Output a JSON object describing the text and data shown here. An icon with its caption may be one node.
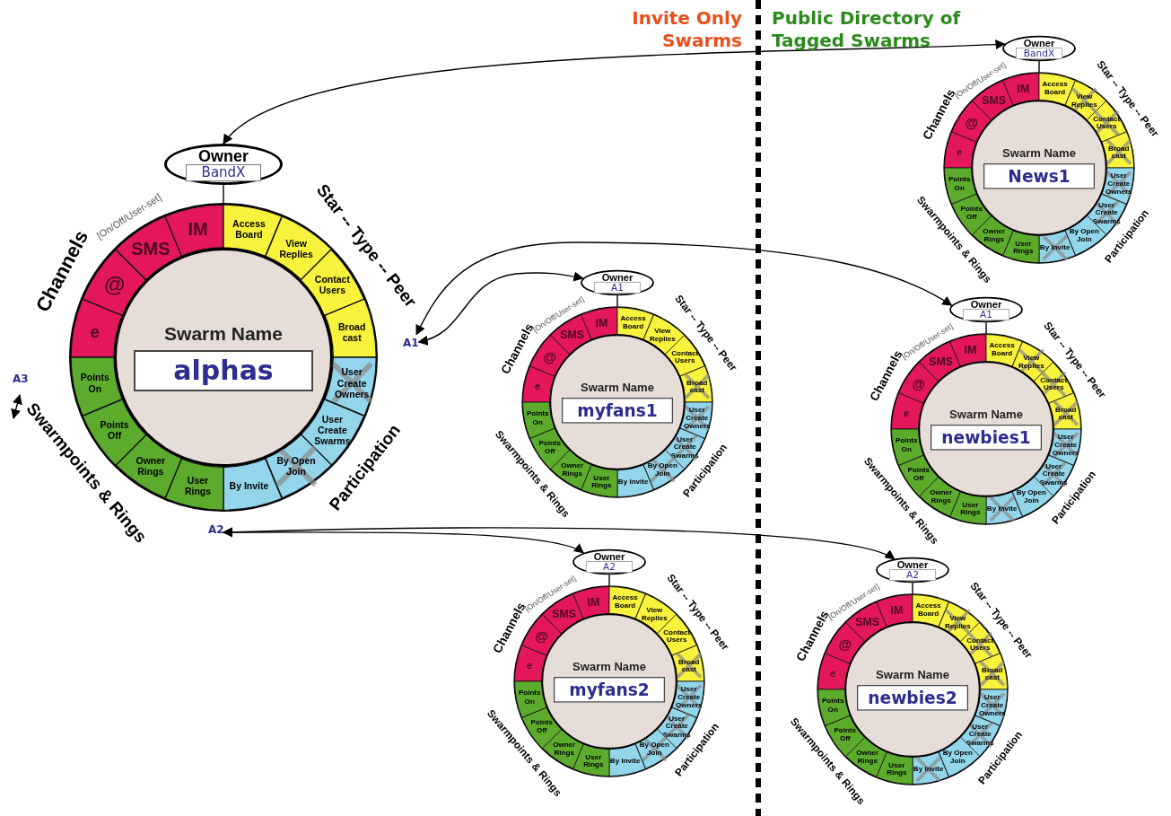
{
  "diagram": {
    "nodes": [
      {
        "text": [
          "Owner"
        ]
      },
      {
        "text": [
          "BandX"
        ],
        "in": 0
      },
      {
        "text": [],
        "shape": "circle",
        "beside": [
          "Channels",
          "[On/Off/User-set]",
          "Star -- Type -- Peer",
          "Swarmpoints & Rings",
          "Participation"
        ]
      },
      {
        "text": [
          "e"
        ],
        "in": 2
      },
      {
        "text": [
          "@"
        ],
        "in": 2
      },
      {
        "text": [
          "SMS"
        ],
        "in": 2
      },
      {
        "text": [
          "IM"
        ],
        "in": 2
      },
      {
        "text": [
          "Access Board"
        ],
        "in": 2
      },
      {
        "text": [
          "View Replies"
        ],
        "in": 2
      },
      {
        "text": [
          "Contact Users"
        ],
        "in": 2
      },
      {
        "text": [
          "Broad cast"
        ],
        "in": 2
      },
      {
        "text": [
          "User Create Owners"
        ],
        "in": 2
      },
      {
        "text": [
          "User Create Swarms"
        ],
        "in": 2
      },
      {
        "text": [
          "By Open Join"
        ],
        "in": 2
      },
      {
        "text": [
          "By Invite"
        ],
        "in": 2
      },
      {
        "text": [
          "User Rings"
        ],
        "in": 2
      },
      {
        "text": [
          "Owner Rings"
        ],
        "in": 2
      },
      {
        "text": [
          "Points Off"
        ],
        "in": 2
      },
      {
        "text": [
          "Points On"
        ],
        "in": 2
      },
      {
        "text": [
          "Swarm Name"
        ],
        "in": 2
      },
      {
        "text": [
          "alphas"
        ],
        "in": 19
      },
      {
        "text": [
          "Owner"
        ]
      },
      {
        "text": [
          "BandX"
        ],
        "in": 21
      },
      {
        "text": [],
        "shape": "circle",
        "beside": [
          "Channels",
          "[On/Off/User-set]",
          "Star -- Type -- Peer",
          "Swarmpoints & Rings",
          "Participation"
        ]
      },
      {
        "text": [
          "e"
        ],
        "in": 23
      },
      {
        "text": [
          "@"
        ],
        "in": 23
      },
      {
        "text": [
          "SMS"
        ],
        "in": 23
      },
      {
        "text": [
          "IM"
        ],
        "in": 23
      },
      {
        "text": [
          "Access Board"
        ],
        "in": 23
      },
      {
        "text": [
          "View Replies"
        ],
        "in": 23
      },
      {
        "text": [
          "Contact Users"
        ],
        "in": 23
      },
      {
        "text": [
          "Broad cast"
        ],
        "in": 23
      },
      {
        "text": [
          "User Create Owners"
        ],
        "in": 23
      },
      {
        "text": [
          "User Create Swarms"
        ],
        "in": 23
      },
      {
        "text": [
          "By Open Join"
        ],
        "in": 23
      },
      {
        "text": [
          "By Invite"
        ],
        "in": 23
      },
      {
        "text": [
          "User Rings"
        ],
        "in": 23
      },
      {
        "text": [
          "Owner Rings"
        ],
        "in": 23
      },
      {
        "text": [
          "Points Off"
        ],
        "in": 23
      },
      {
        "text": [
          "Points On"
        ],
        "in": 23
      },
      {
        "text": [
          "Swarm Name"
        ],
        "in": 23
      },
      {
        "text": [
          "News1"
        ],
        "in": 40
      },
      {
        "text": [
          "Owner"
        ]
      },
      {
        "text": [
          "A1"
        ],
        "in": 42
      },
      {
        "text": [],
        "shape": "circle",
        "beside": [
          "Channels",
          "[On/Off/User-set]",
          "Star -- Type -- Peer",
          "Swarmpoints & Rings",
          "Participation"
        ]
      },
      {
        "text": [
          "e"
        ],
        "in": 44
      },
      {
        "text": [
          "@"
        ],
        "in": 44
      },
      {
        "text": [
          "SMS"
        ],
        "in": 44
      },
      {
        "text": [
          "IM"
        ],
        "in": 44
      },
      {
        "text": [
          "Access Board"
        ],
        "in": 44
      },
      {
        "text": [
          "View Replies"
        ],
        "in": 44
      },
      {
        "text": [
          "Contact Users"
        ],
        "in": 44
      },
      {
        "text": [
          "Broad cast"
        ],
        "in": 44
      },
      {
        "text": [
          "User Create Owners"
        ],
        "in": 44
      },
      {
        "text": [
          "User Create Swarms"
        ],
        "in": 44
      },
      {
        "text": [
          "By Open Join"
        ],
        "in": 44
      },
      {
        "text": [
          "By Invite"
        ],
        "in": 44
      },
      {
        "text": [
          "User Rings"
        ],
        "in": 44
      },
      {
        "text": [
          "Owner Rings"
        ],
        "in": 44
      },
      {
        "text": [
          "Points Off"
        ],
        "in": 44
      },
      {
        "text": [
          "Points On"
        ],
        "in": 44
      },
      {
        "text": [
          "Swarm Name"
        ],
        "in": 44
      },
      {
        "text": [
          "myfans1"
        ],
        "in": 61
      },
      {
        "text": [
          "Owner"
        ]
      },
      {
        "text": [
          "A1"
        ],
        "in": 63
      },
      {
        "text": [],
        "shape": "circle",
        "beside": [
          "Channels",
          "[On/Off/User-set]",
          "Star -- Type -- Peer",
          "Swarmpoints & Rings",
          "Participation"
        ]
      },
      {
        "text": [
          "e"
        ],
        "in": 65
      },
      {
        "text": [
          "@"
        ],
        "in": 65
      },
      {
        "text": [
          "SMS"
        ],
        "in": 65
      },
      {
        "text": [
          "IM"
        ],
        "in": 65
      },
      {
        "text": [
          "Access Board"
        ],
        "in": 65
      },
      {
        "text": [
          "View Replies"
        ],
        "in": 65
      },
      {
        "text": [
          "Contact Users"
        ],
        "in": 65
      },
      {
        "text": [
          "Broad cast"
        ],
        "in": 65
      },
      {
        "text": [
          "User Create Owners"
        ],
        "in": 65
      },
      {
        "text": [
          "User Create Swarms"
        ],
        "in": 65
      },
      {
        "text": [
          "By Open Join"
        ],
        "in": 65
      },
      {
        "text": [
          "By Invite"
        ],
        "in": 65
      },
      {
        "text": [
          "User Rings"
        ],
        "in": 65
      },
      {
        "text": [
          "Owner Rings"
        ],
        "in": 65
      },
      {
        "text": [
          "Points Off"
        ],
        "in": 65
      },
      {
        "text": [
          "Points On"
        ],
        "in": 65
      },
      {
        "text": [
          "Swarm Name"
        ],
        "in": 65
      },
      {
        "text": [
          "newbies1"
        ],
        "in": 82
      },
      {
        "text": [
          "Owner"
        ]
      },
      {
        "text": [
          "A2"
        ],
        "in": 84
      },
      {
        "text": [],
        "shape": "circle",
        "beside": [
          "Channels",
          "[On/Off/User-set]",
          "Star -- Type -- Peer",
          "Swarmpoints & Rings",
          "Participation"
        ]
      },
      {
        "text": [
          "e"
        ],
        "in": 86
      },
      {
        "text": [
          "@"
        ],
        "in": 86
      },
      {
        "text": [
          "SMS"
        ],
        "in": 86
      },
      {
        "text": [
          "IM"
        ],
        "in": 86
      },
      {
        "text": [
          "Access Board"
        ],
        "in": 86
      },
      {
        "text": [
          "View Replies"
        ],
        "in": 86
      },
      {
        "text": [
          "Contact Users"
        ],
        "in": 86
      },
      {
        "text": [
          "Broad cast"
        ],
        "in": 86
      },
      {
        "text": [
          "User Create Owners"
        ],
        "in": 86
      },
      {
        "text": [
          "User Create Swarms"
        ],
        "in": 86
      },
      {
        "text": [
          "By Open Join"
        ],
        "in": 86
      },
      {
        "text": [
          "By Invite"
        ],
        "in": 86
      },
      {
        "text": [
          "User Rings"
        ],
        "in": 86
      },
      {
        "text": [
          "Owner Rings"
        ],
        "in": 86
      },
      {
        "text": [
          "Points Off"
        ],
        "in": 86
      },
      {
        "text": [
          "Points On"
        ],
        "in": 86
      },
      {
        "text": [
          "Swarm Name"
        ],
        "in": 86
      },
      {
        "text": [
          "myfans2"
        ],
        "in": 103
      },
      {
        "text": [
          "Owner"
        ]
      },
      {
        "text": [
          "A2"
        ],
        "in": 105
      },
      {
        "text": [],
        "shape": "circle",
        "beside": [
          "Channels",
          "[On/Off/User-set]",
          "Star -- Type -- Peer",
          "Swarmpoints & Rings",
          "Participation"
        ]
      },
      {
        "text": [
          "e"
        ],
        "in": 107
      },
      {
        "text": [
          "@"
        ],
        "in": 107
      },
      {
        "text": [
          "SMS"
        ],
        "in": 107
      },
      {
        "text": [
          "IM"
        ],
        "in": 107
      },
      {
        "text": [
          "Access Board"
        ],
        "in": 107
      },
      {
        "text": [
          "View Replies"
        ],
        "in": 107
      },
      {
        "text": [
          "Contact Users"
        ],
        "in": 107
      },
      {
        "text": [
          "Broad cast"
        ],
        "in": 107
      },
      {
        "text": [
          "User Create Owners"
        ],
        "in": 107
      },
      {
        "text": [
          "User Create Swarms"
        ],
        "in": 107
      },
      {
        "text": [
          "By Open Join"
        ],
        "in": 107
      },
      {
        "text": [
          "By Invite"
        ],
        "in": 107
      },
      {
        "text": [
          "User Rings"
        ],
        "in": 107
      },
      {
        "text": [
          "Owner Rings"
        ],
        "in": 107
      },
      {
        "text": [
          "Points Off"
        ],
        "in": 107
      },
      {
        "text": [
          "Points On"
        ],
        "in": 107
      },
      {
        "text": [
          "Swarm Name"
        ],
        "in": 107
      },
      {
        "text": [
          "newbies2"
        ],
        "in": 124
      },
      {
        "text": [
          "A1"
        ]
      },
      {
        "text": [
          "A2"
        ]
      }
    ],
    "edges": [
      {
        "from": 21,
        "to": 0,
        "arrow": "both"
      },
      {
        "from": 126,
        "to": 42,
        "arrow": "both"
      },
      {
        "from": 126,
        "to": 63,
        "arrow": "both"
      },
      {
        "from": 127,
        "to": 84,
        "arrow": "both"
      },
      {
        "from": 127,
        "to": 105,
        "arrow": "both"
      },
      {
        "from": 0,
        "to": 2,
        "arrow": "none"
      },
      {
        "from": 21,
        "to": 23,
        "arrow": "none"
      },
      {
        "from": 42,
        "to": 44,
        "arrow": "none"
      },
      {
        "from": 63,
        "to": 65,
        "arrow": "none"
      },
      {
        "from": 84,
        "to": 86,
        "arrow": "none"
      },
      {
        "from": 105,
        "to": 107,
        "arrow": "none"
      }
    ],
    "labels": [
      "Invite Only Swarms",
      "Public Directory of Tagged Swarms",
      "A3"
    ]
  }
}
